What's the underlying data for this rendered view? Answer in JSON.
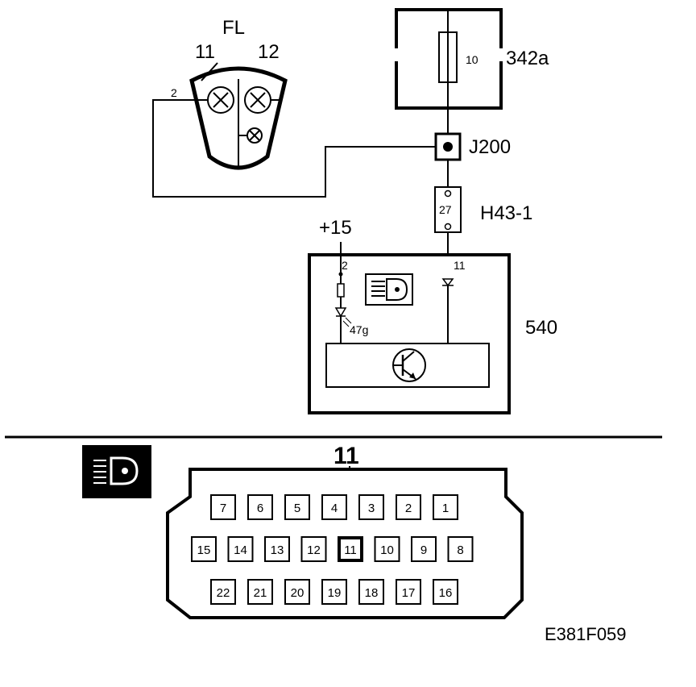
{
  "lamp_fl": {
    "name": "FL",
    "pin_left": "11",
    "pin_right": "12",
    "wire_pin": "2"
  },
  "fuse_box": {
    "fuse_number": "10",
    "name": "342a"
  },
  "junction": {
    "name": "J200"
  },
  "connector_h43": {
    "pin": "27",
    "name": "H43-1"
  },
  "module_540": {
    "supply": "+15",
    "pin_supply": "2",
    "pin_output": "11",
    "led_label": "47g",
    "name": "540"
  },
  "connector_view": {
    "highlight_pin": "11",
    "row1": [
      "7",
      "6",
      "5",
      "4",
      "3",
      "2",
      "1"
    ],
    "row2": [
      "15",
      "14",
      "13",
      "12",
      "11",
      "10",
      "9",
      "8"
    ],
    "row3": [
      "22",
      "21",
      "20",
      "19",
      "18",
      "17",
      "16"
    ]
  },
  "figure_code": "E381F059",
  "icons": [
    "headlight-icon",
    "transistor-icon",
    "diode-icon",
    "fuse-icon",
    "bulb-icon"
  ]
}
